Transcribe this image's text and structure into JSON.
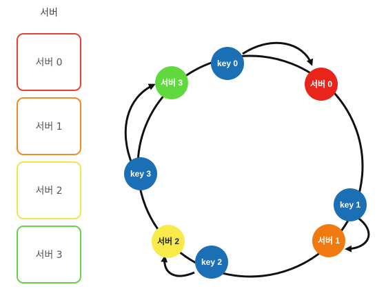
{
  "legend": {
    "title": "서버",
    "servers": [
      {
        "label": "서버 0",
        "color": "#e8402f"
      },
      {
        "label": "서버 1",
        "color": "#f08a24"
      },
      {
        "label": "서버 2",
        "color": "#f4e24a"
      },
      {
        "label": "서버 3",
        "color": "#67d14a"
      }
    ]
  },
  "ring": {
    "servers": [
      {
        "label": "서버 0",
        "color": "#e8241b",
        "text_color": "#ffffff"
      },
      {
        "label": "서버 1",
        "color": "#f07a10",
        "text_color": "#ffffff"
      },
      {
        "label": "서버 2",
        "color": "#f8ea4a",
        "text_color": "#222222"
      },
      {
        "label": "서버 3",
        "color": "#5fd93e",
        "text_color": "#ffffff"
      }
    ],
    "keys": [
      {
        "label": "key 0",
        "color": "#1a6fb5"
      },
      {
        "label": "key 1",
        "color": "#1a6fb5"
      },
      {
        "label": "key 2",
        "color": "#1a6fb5"
      },
      {
        "label": "key 3",
        "color": "#1a6fb5"
      }
    ]
  }
}
